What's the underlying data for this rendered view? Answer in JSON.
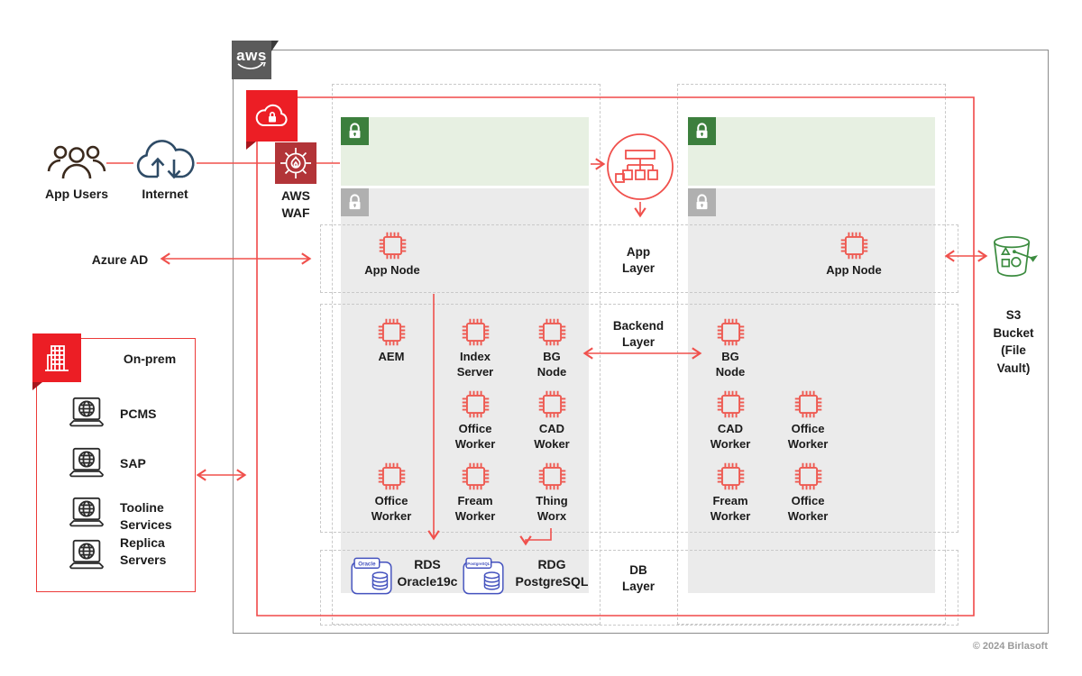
{
  "diagram": {
    "footer": "© 2024 Birlasoft",
    "aws_logo_text": "aws"
  },
  "colors": {
    "accent_red": "#f0504c",
    "vpc_badge_red": "#ec1e25",
    "waf_red": "#b23438",
    "subnet_green": "#3c7f3d",
    "subnet_gray": "#b0b0b0",
    "db_blue": "#4452be",
    "s3_green": "#3c8c40"
  },
  "external": {
    "app_users": "App Users",
    "internet": "Internet",
    "azure_ad": "Azure AD",
    "waf": "AWS\nWAF"
  },
  "onprem": {
    "title": "On-prem",
    "items": [
      {
        "label": "PCMS"
      },
      {
        "label": "SAP"
      },
      {
        "label": "Tooline\nServices"
      },
      {
        "label": "Replica\nServers"
      }
    ]
  },
  "layers": {
    "app": "App\nLayer",
    "backend": "Backend\nLayer",
    "db": "DB\nLayer"
  },
  "left_az": {
    "app_node": "App Node",
    "nodes": [
      {
        "label": "AEM"
      },
      {
        "label": "Index\nServer"
      },
      {
        "label": "BG\nNode"
      },
      {
        "label": "Office\nWorker"
      },
      {
        "label": "CAD\nWoker"
      },
      {
        "label": "Office\nWorker"
      },
      {
        "label": "Fream\nWorker"
      },
      {
        "label": "Thing\nWorx"
      }
    ],
    "databases": [
      {
        "icon_label": "Oracle",
        "label": "RDS\nOracle19c"
      },
      {
        "icon_label": "PostgreSQL",
        "label": "RDG\nPostgreSQL"
      }
    ]
  },
  "right_az": {
    "app_node": "App Node",
    "nodes": [
      {
        "label": "BG\nNode"
      },
      {
        "label": "CAD\nWorker"
      },
      {
        "label": "Office\nWorker"
      },
      {
        "label": "Fream\nWorker"
      },
      {
        "label": "Office\nWorker"
      }
    ]
  },
  "s3": {
    "label": "S3\nBucket\n(File\nVault)"
  }
}
